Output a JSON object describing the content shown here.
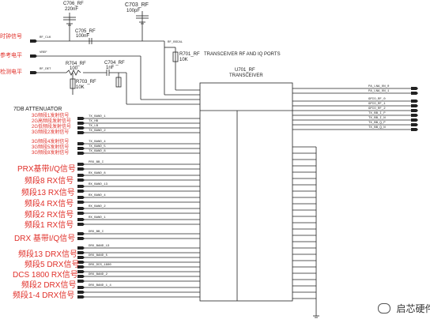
{
  "components": {
    "c706": {
      "ref": "C706_RF",
      "value": "220nF"
    },
    "c703": {
      "ref": "C703_RF",
      "value": "100pF"
    },
    "c705": {
      "ref": "C705_RF",
      "value": "100nF"
    },
    "r701": {
      "ref": "R701_RF",
      "value": "10K"
    },
    "r704": {
      "ref": "R704_RF",
      "value": "100"
    },
    "c704": {
      "ref": "C704_RF",
      "value": "1nF"
    },
    "r703": {
      "ref": "R703_RF",
      "value": "10K"
    },
    "u701": {
      "ref": "U701_RF",
      "name": "TRANSCEIVER"
    }
  },
  "labels": {
    "clock_signal": "时钟信号",
    "reference_level": "参考电平",
    "detect_level": "检测电平",
    "attenuator": "7DB ATTENUATOR",
    "transceiver_header": "TRANSCEIVER RF AND IQ PORTS",
    "rf_clk": "RF_CLK",
    "vrefsp": "VREF",
    "rf_bscal": "RF_BSCAL",
    "rf_det": "RF_DET"
  },
  "tx_signals": [
    {
      "label": "3G频段1发射信号",
      "net": "TX_BAND_1"
    },
    {
      "label": "2G高频段发射信号",
      "net": "TX_HB"
    },
    {
      "label": "2G低频段发射信号",
      "net": "TX_LB"
    },
    {
      "label": "3G频段2发射信号",
      "net": "TX_BAND_2"
    },
    {
      "label": "3G频段4发射信号",
      "net": "TX_BAND_4"
    },
    {
      "label": "3G频段5发射信号",
      "net": "TX_BAND_5"
    },
    {
      "label": "3G频段8发射信号",
      "net": "TX_BAND_8"
    }
  ],
  "rx_signals": [
    {
      "label": "PRX基带I/Q信号",
      "net": "PRX_BB_I"
    },
    {
      "label": "频段8 RX信号",
      "net": "RX_BAND_8"
    },
    {
      "label": "频段13 RX信号",
      "net": "RX_BAND_13"
    },
    {
      "label": "频段4 RX信号",
      "net": "RX_BAND_4"
    },
    {
      "label": "频段2 RX信号",
      "net": "RX_BAND_2"
    },
    {
      "label": "频段1 RX信号",
      "net": "RX_BAND_1"
    }
  ],
  "drx_signals": [
    {
      "label": "DRX 基带I/Q信号",
      "net": "DRX_BB_I"
    },
    {
      "label": "频段13 DRX信号",
      "net": "DRX_BAND_13"
    },
    {
      "label": "频段5 DRX信号",
      "net": "DRX_BAND_5"
    },
    {
      "label": "DCS 1800 RX信号",
      "net": "DRX_DCS_1800"
    },
    {
      "label": "频段2 DRX信号",
      "net": "DRX_BAND_2"
    },
    {
      "label": "频段1-4 DRX信号",
      "net": "DRX_BAND_1_4"
    }
  ],
  "right_nets": [
    "PA_LNA_ON_0",
    "PA_LNA_ON_1",
    "GPIO_RF_0",
    "GPIO_RF_1",
    "GPIO_RF_2",
    "TX_BB_I_P",
    "TX_BB_I_N",
    "TX_BB_Q_P",
    "TX_BB_Q_N"
  ],
  "watermark": "启芯硬件"
}
